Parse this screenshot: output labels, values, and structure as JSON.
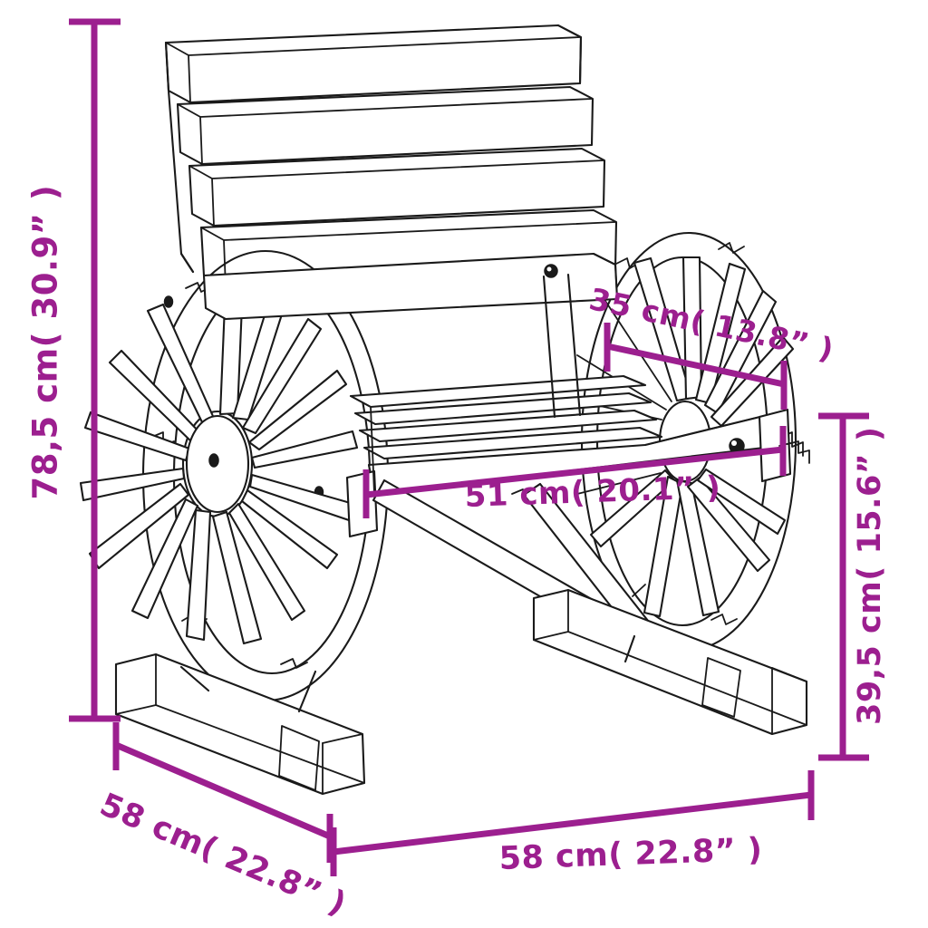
{
  "drawing": {
    "title": "Wagon Wheel Chair Technical Dimension Drawing",
    "subject": "wooden wagon-wheel armchair",
    "background_color": "#ffffff",
    "line_color": "#1a1a1a",
    "dimension_color": "#9c1f8f",
    "view": "three-quarter perspective"
  },
  "dimensions": {
    "overall_height": {
      "label": "78,5 cm( 30.9” )",
      "metric_value": "78,5 cm",
      "imperial_value": "30.9”",
      "orientation": "vertical-left"
    },
    "seat_depth": {
      "label": "35 cm( 13.8” )",
      "metric_value": "35 cm",
      "imperial_value": "13.8”",
      "orientation": "diagonal-upper-right"
    },
    "seat_width": {
      "label": "51 cm( 20.1” )",
      "metric_value": "51 cm",
      "imperial_value": "20.1”",
      "orientation": "horizontal-center"
    },
    "seat_height": {
      "label": "39,5 cm( 15.6” )",
      "metric_value": "39,5 cm",
      "imperial_value": "15.6”",
      "orientation": "vertical-right"
    },
    "overall_depth": {
      "label": "58 cm( 22.8” )",
      "metric_value": "58 cm",
      "imperial_value": "22.8”",
      "orientation": "diagonal-bottom-left"
    },
    "overall_width": {
      "label": "58 cm( 22.8” )",
      "metric_value": "58 cm",
      "imperial_value": "22.8”",
      "orientation": "horizontal-bottom"
    }
  },
  "parts": {
    "backrest_slats": 4,
    "seat_slats": 5,
    "wheels": 2,
    "wheel_spokes": 16,
    "feet": 2,
    "cross_braces": 2
  }
}
